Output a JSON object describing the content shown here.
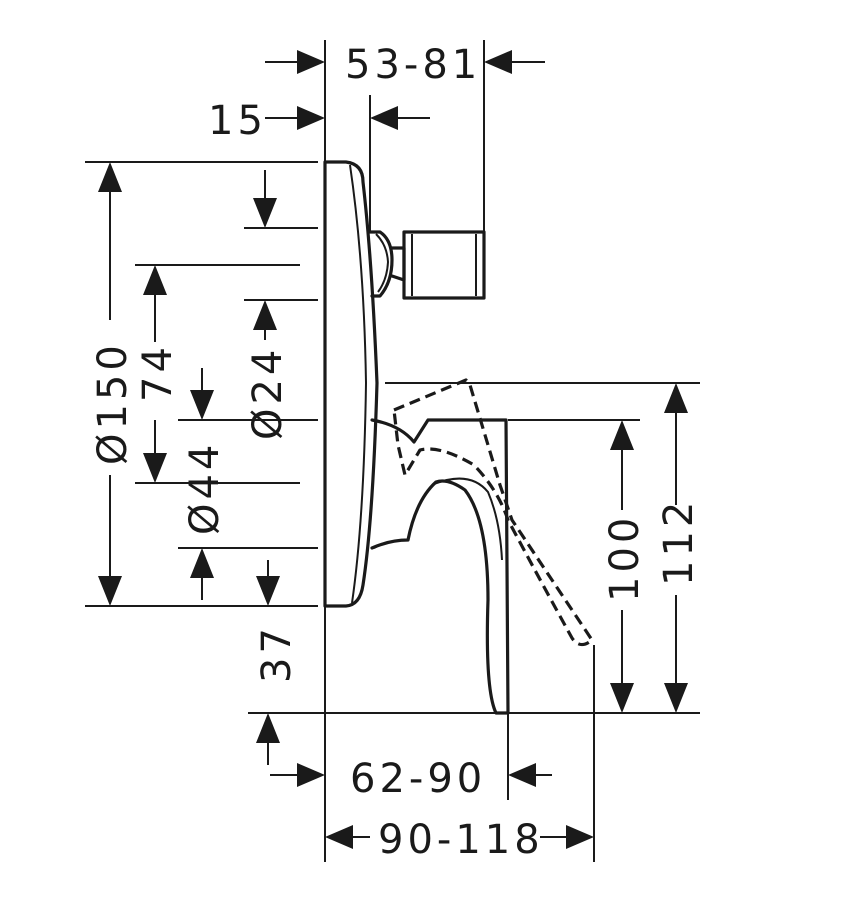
{
  "drawing": {
    "labels": {
      "wall_thickness": "15",
      "spout_depth_range": "53-81",
      "plate_diameter": "Ø150",
      "plate_upper_offset": "74",
      "outlet_diameter": "Ø24",
      "inner_diameter": "Ø44",
      "lower_offset": "37",
      "lever_height": "100",
      "lever_height_open": "112",
      "lever_depth_range": "62-90",
      "lever_depth_open_range": "90-118"
    },
    "colors": {
      "ink": "#1a1a1a",
      "background": "#ffffff"
    }
  }
}
